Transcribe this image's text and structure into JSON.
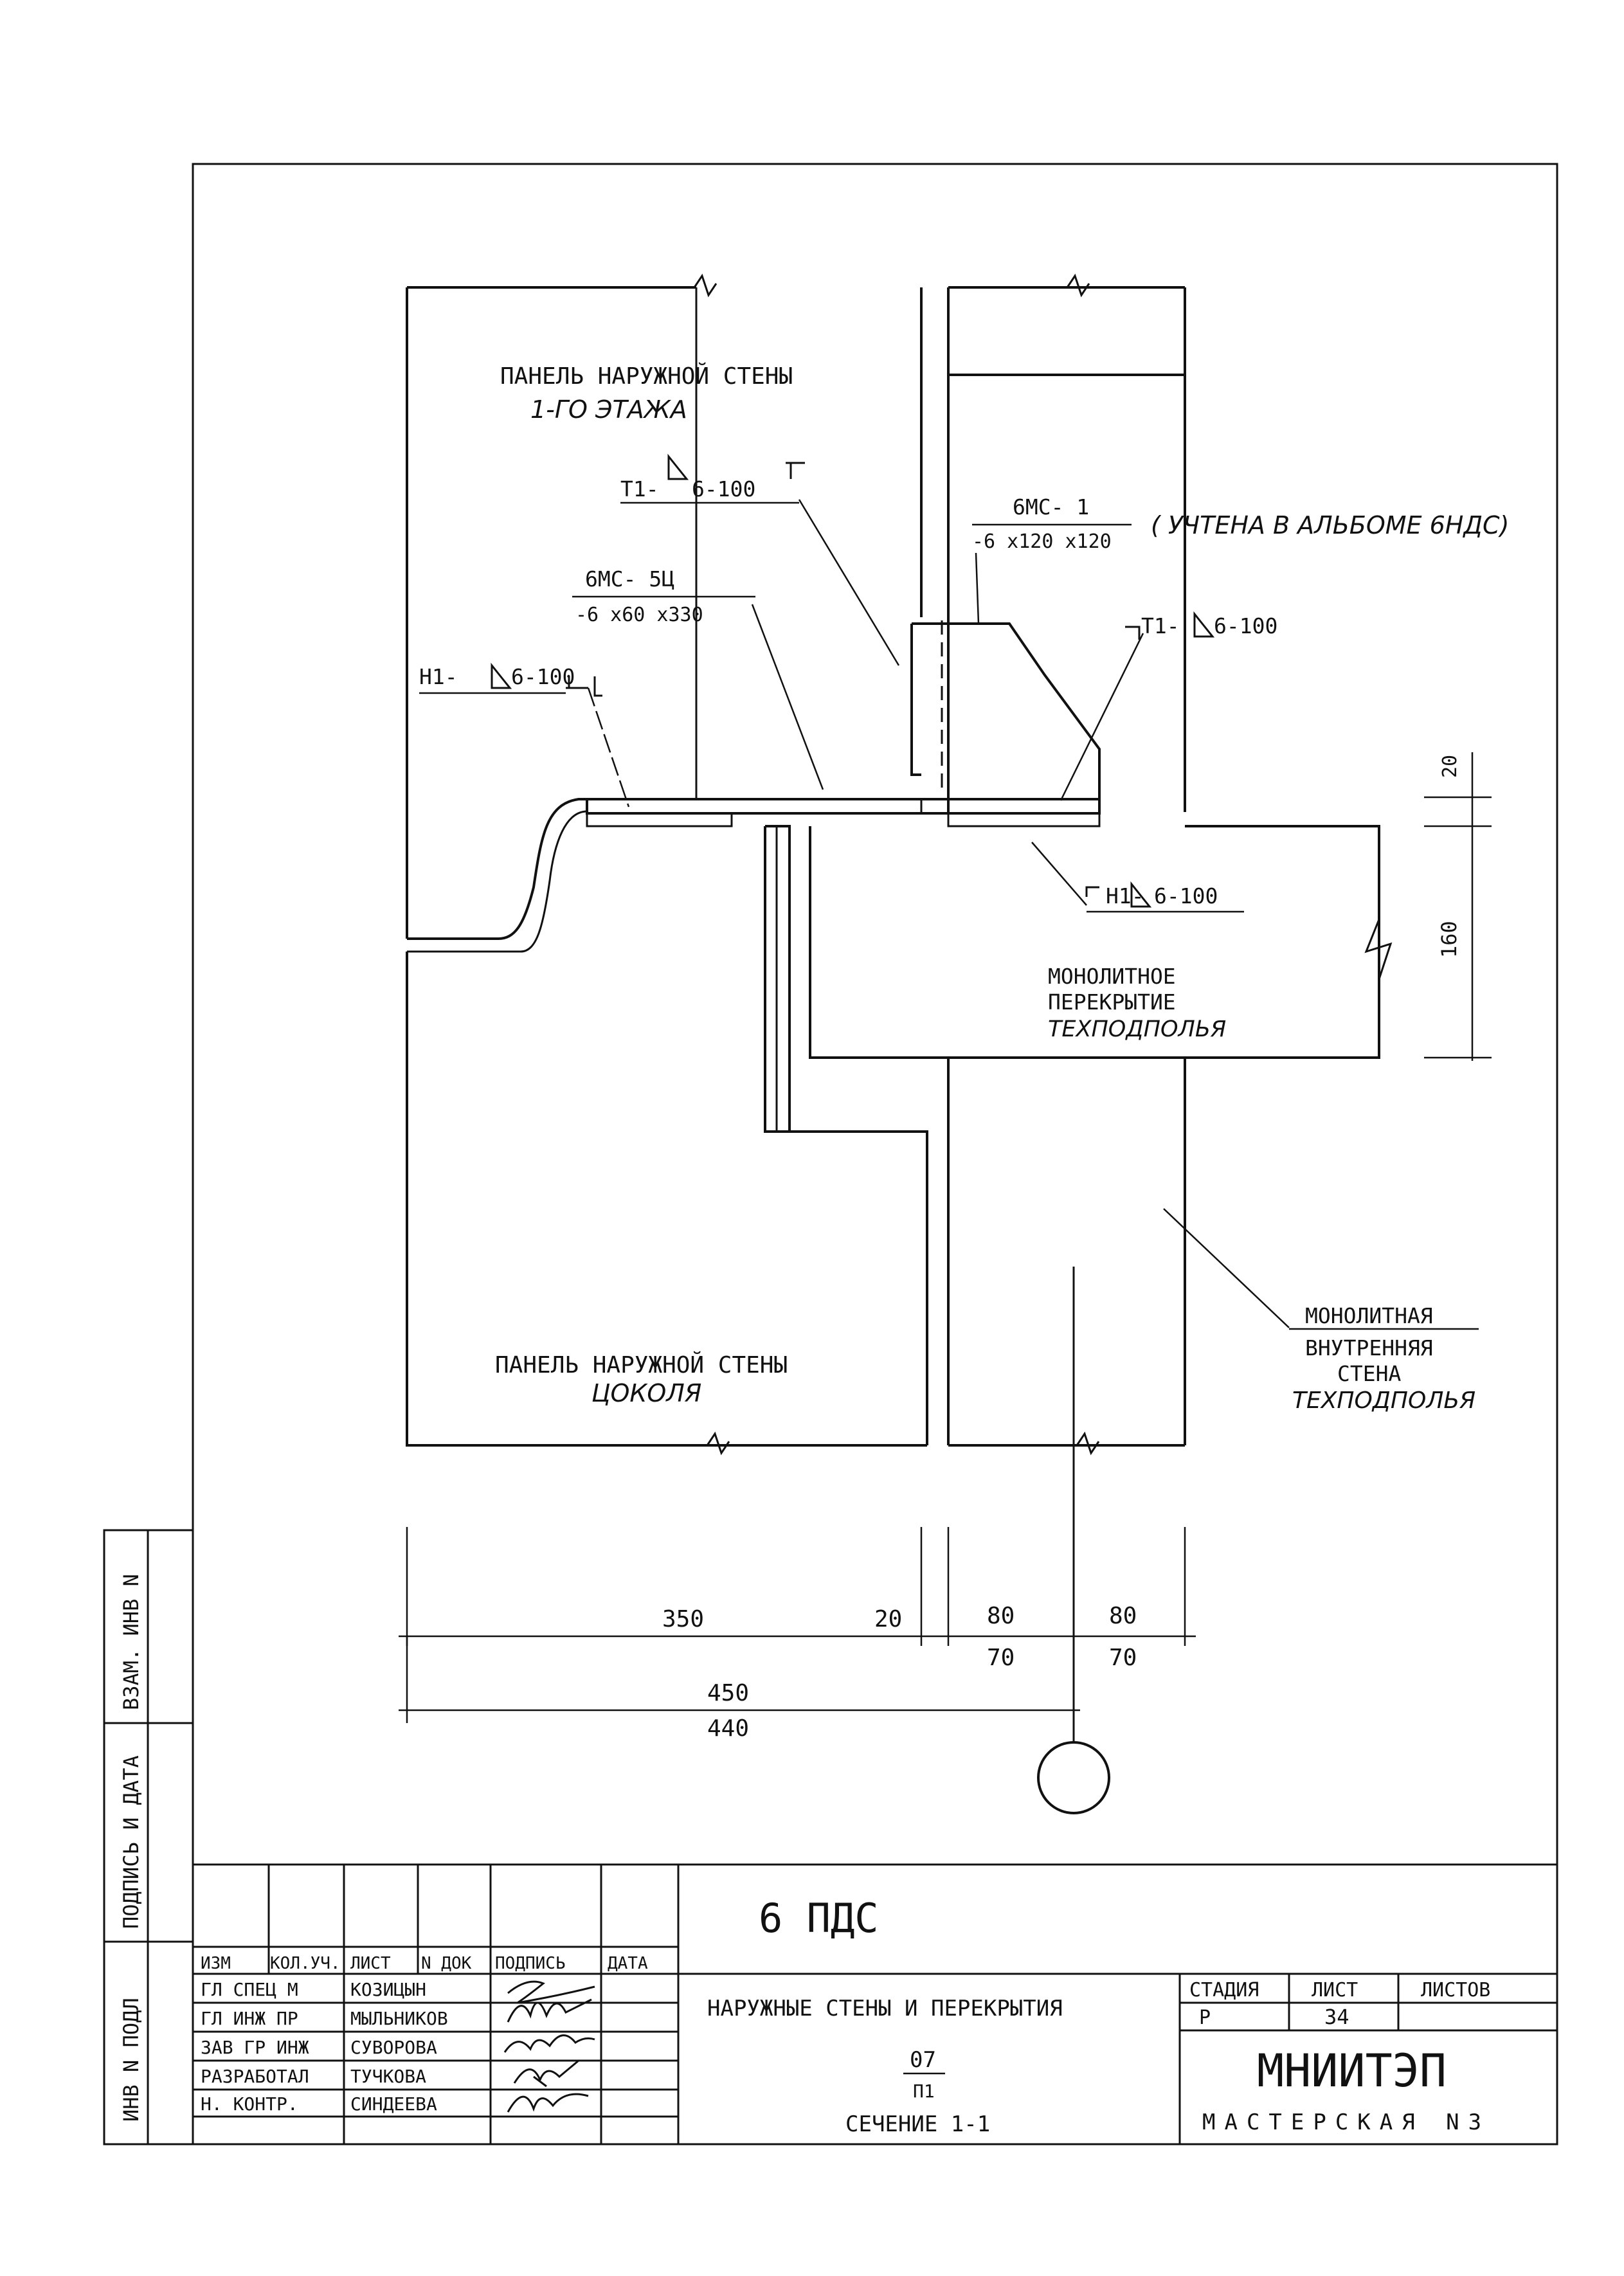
{
  "drawing": {
    "labels": {
      "panel_top_l1": "ПАНЕЛЬ НАРУЖНОЙ СТЕНЫ",
      "panel_top_l2": "1-ГО ЭТАЖА",
      "weld_t1_left": "Т1-",
      "weld_t1_left_size": "6-100",
      "plate_1_mark": "6МС- 1",
      "plate_1_size": "-6 х120 х120",
      "plate_1_note": "( УЧТЕНА В АЛЬБОМЕ 6НДС)",
      "plate_5_mark": "6МС- 5Ц",
      "plate_5_size": "-6 х60 х330",
      "weld_t1_right": "Т1-",
      "weld_t1_right_size": "6-100",
      "weld_h1_left": "Н1-",
      "weld_h1_left_size": "6-100",
      "weld_h1_right": "Н1-",
      "weld_h1_right_size": "6-100",
      "slab_l1": "МОНОЛИТНОЕ",
      "slab_l2": "ПЕРЕКРЫТИЕ",
      "slab_l3": "ТЕХПОДПОЛЬЯ",
      "wall_l1": "МОНОЛИТНАЯ",
      "wall_l2": "ВНУТРЕННЯЯ",
      "wall_l3": "СТЕНА",
      "wall_l4": "ТЕХПОДПОЛЬЯ",
      "panel_bot_l1": "ПАНЕЛЬ НАРУЖНОЙ СТЕНЫ",
      "panel_bot_l2": "ЦОКОЛЯ"
    },
    "dimensions": {
      "d20_v": "20",
      "d160": "160",
      "d350": "350",
      "d20_h": "20",
      "d80_a": "80",
      "d80_b": "80",
      "d70_a": "70",
      "d70_b": "70",
      "d450": "450",
      "d440": "440"
    }
  },
  "side_stamp": {
    "vzam_inv": "ВЗАМ. ИНВ N",
    "podpis_data": "ПОДПИСЬ И ДАТА",
    "inv_podl": "ИНВ N ПОДЛ"
  },
  "title_block": {
    "code": "6 ПДС",
    "header_cols": [
      "ИЗМ",
      "КОЛ.УЧ.",
      "ЛИСТ",
      "N ДОК",
      "ПОДПИСЬ",
      "ДАТА"
    ],
    "staff": [
      {
        "role": "ГЛ СПЕЦ М",
        "name": "КОЗИЦЫН"
      },
      {
        "role": "ГЛ ИНЖ ПР",
        "name": "МЫЛЬНИКОВ"
      },
      {
        "role": "ЗАВ ГР ИНЖ",
        "name": "СУВОРОВА"
      },
      {
        "role": "РАЗРАБОТАЛ",
        "name": "ТУЧКОВА"
      },
      {
        "role": "Н. КОНТР.",
        "name": "СИНДЕЕВА"
      }
    ],
    "title": "НАРУЖНЫЕ СТЕНЫ И ПЕРЕКРЫТИЯ",
    "fraction_num": "07",
    "fraction_den": "П1",
    "section": "СЕЧЕНИЕ 1-1",
    "stage_label": "СТАДИЯ",
    "sheet_label": "ЛИСТ",
    "sheets_label": "ЛИСТОВ",
    "stage_value": "Р",
    "sheet_value": "34",
    "org": "МНИИТЭП",
    "workshop": "МАСТЕРСКАЯ N3"
  }
}
